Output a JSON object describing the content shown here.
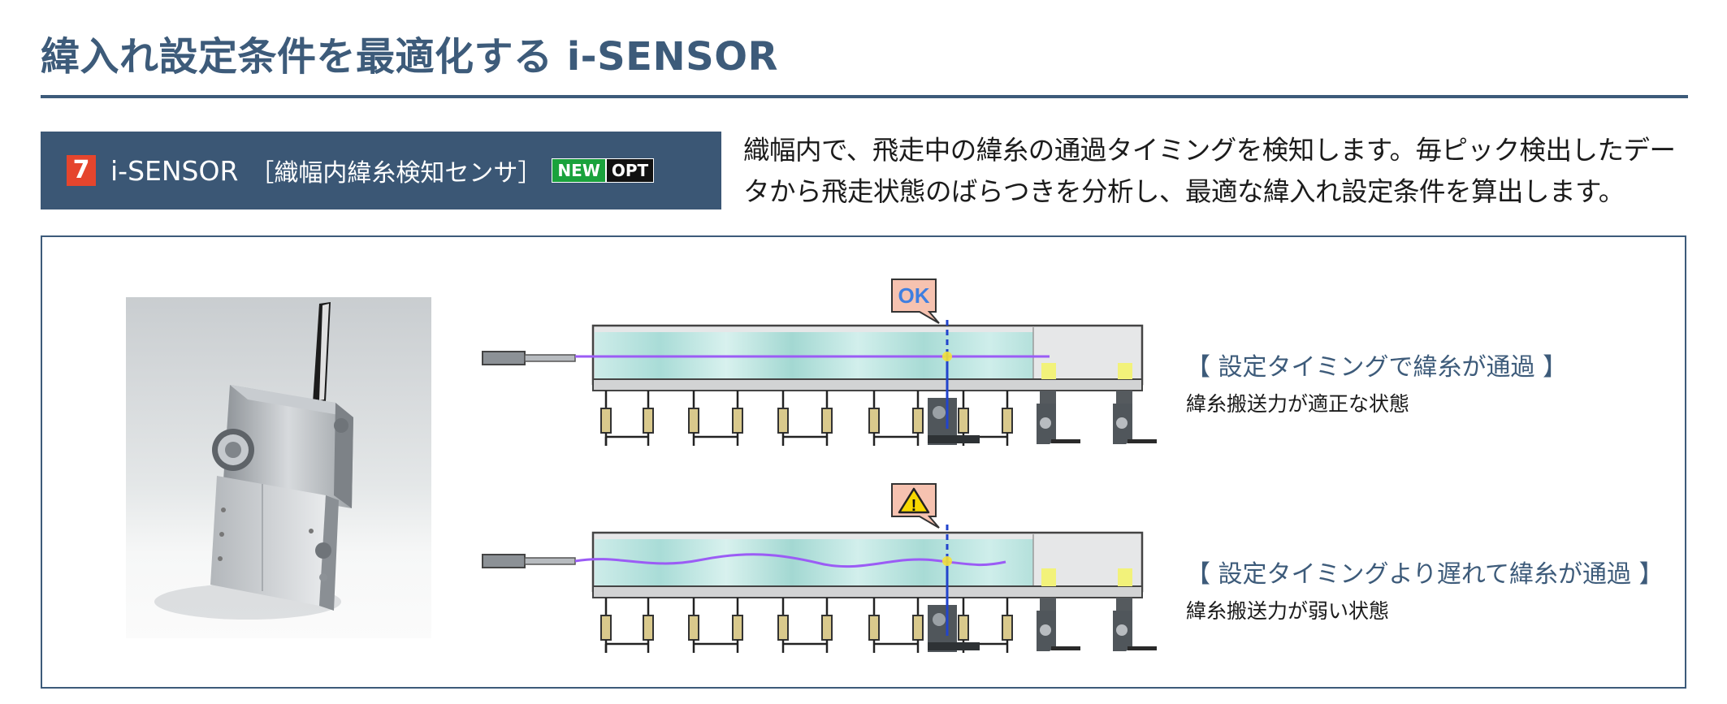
{
  "header": {
    "title": "緯入れ設定条件を最適化する i-SENSOR"
  },
  "section": {
    "number": "7",
    "name": "i-SENSOR",
    "subtitle": "［織幅内緯糸検知センサ］",
    "badge_new": "NEW",
    "badge_opt": "OPT"
  },
  "description": "織幅内で、飛走中の緯糸の通過タイミングを検知します。毎ピック検出したデータから飛走状態のばらつきを分析し、最適な緯入れ設定条件を算出します。",
  "diagrams": [
    {
      "marker": "OK",
      "marker_icon": "ok-label",
      "title": "【 設定タイミングで緯糸が通過 】",
      "caption": "緯糸搬送力が適正な状態"
    },
    {
      "marker": "!",
      "marker_icon": "warning-triangle-icon",
      "title": "【 設定タイミングより遅れて緯糸が通過 】",
      "caption": "緯糸搬送力が弱い状態"
    }
  ],
  "colors": {
    "brand_navy": "#3d5b7a",
    "section_bar": "#3b5775",
    "number_badge": "#e5452d",
    "new_badge": "#1aa23c",
    "opt_badge": "#111111",
    "weft_yarn": "#9b5cf5",
    "timing_line": "#2244cc",
    "marker_fill": "#f6c2b0",
    "ok_text": "#3f7fe0",
    "warning_yellow": "#f8d800"
  }
}
